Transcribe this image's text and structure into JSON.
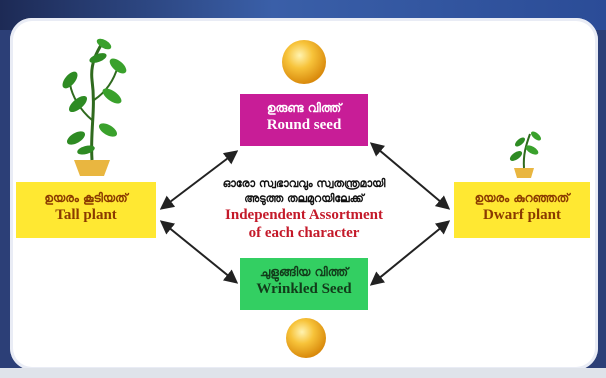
{
  "nodes": {
    "round_seed": {
      "ml": "ഉരുണ്ട വിത്ത്",
      "en": "Round seed"
    },
    "wrinkled_seed": {
      "ml": "ചുളുങ്ങിയ വിത്ത്",
      "en": "Wrinkled Seed"
    },
    "tall_plant": {
      "ml": "ഉയരം കൂടിയത്",
      "en": "Tall plant"
    },
    "dwarf_plant": {
      "ml": "ഉയരം കുറഞ്ഞത്",
      "en": "Dwarf plant"
    }
  },
  "center": {
    "ml_line1": "ഓരോ സ്വഭാവവും സ്വതന്ത്രമായി",
    "ml_line2": "അടുത്ത തലമുറയിലേക്ക്",
    "en_line1": "Independent Assortment",
    "en_line2": "of each character"
  },
  "colors": {
    "round_box": "#c81d97",
    "wrinkled_box": "#33cf62",
    "plant_box": "#ffe832",
    "center_text": "#c41a2a",
    "seed": "#f2a81e"
  }
}
